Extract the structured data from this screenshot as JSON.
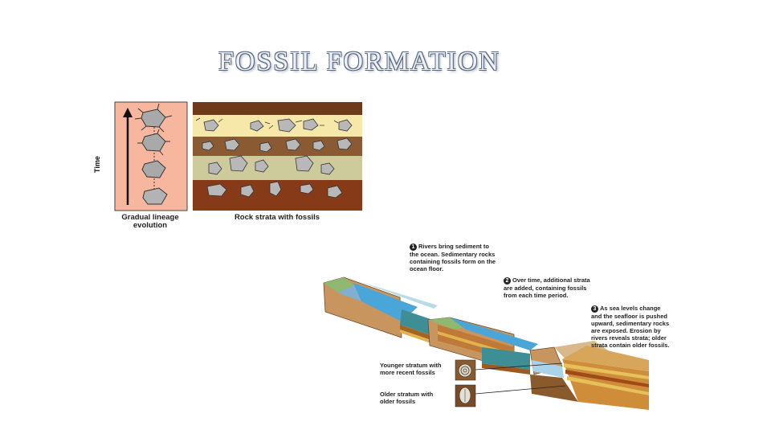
{
  "title": "FOSSIL FORMATION",
  "top_figure": {
    "time_label": "Time",
    "left_caption": [
      "Gradual lineage",
      "evolution"
    ],
    "right_caption": "Rock strata with fossils"
  },
  "bottom_figure": {
    "steps": [
      {
        "num": "1",
        "lines": [
          "Rivers bring sediment to",
          "the ocean. Sedimentary rocks",
          "containing fossils form on the",
          "ocean floor."
        ]
      },
      {
        "num": "2",
        "lines": [
          "Over time, additional strata",
          "are added, containing fossils",
          "from each time period."
        ]
      },
      {
        "num": "3",
        "lines": [
          "As sea levels change",
          "and the seafloor is pushed",
          "upward, sedimentary rocks",
          "are exposed. Erosion by",
          "rivers reveals strata; older",
          "strata contain older fossils."
        ]
      }
    ],
    "legend": [
      {
        "lines": [
          "Younger stratum with",
          "more recent fossils"
        ]
      },
      {
        "lines": [
          "Older stratum with",
          "older fossils"
        ]
      }
    ]
  }
}
